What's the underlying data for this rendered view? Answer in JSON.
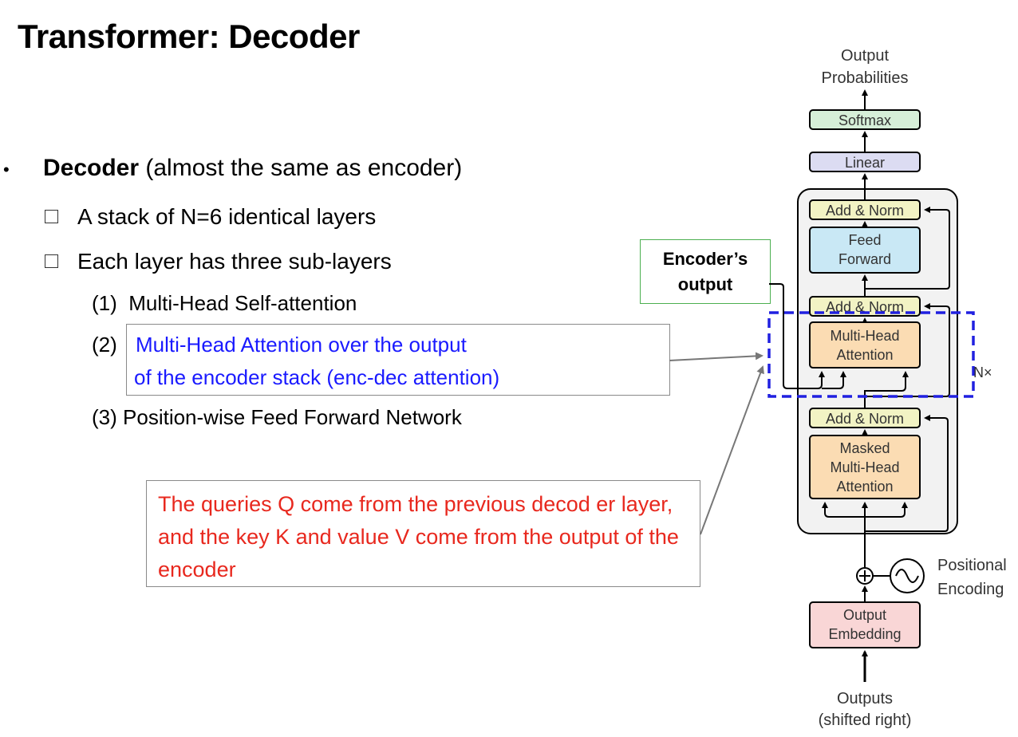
{
  "title": "Transformer: Decoder",
  "bullet": {
    "bold": "Decoder",
    "rest": " (almost the same as encoder)",
    "subitems": [
      "A stack of N=6 identical layers",
      "Each layer has three sub-layers"
    ],
    "items": [
      {
        "num": "(1)",
        "text": "Multi-Head Self-attention"
      },
      {
        "num": "(2)",
        "text_line1": "Multi-Head Attention over the output",
        "text_line2": "of the encoder stack (enc-dec attention)"
      },
      {
        "num": "(3)",
        "text": "Position-wise Feed Forward Network"
      }
    ]
  },
  "callout": {
    "encoder_output_line1": "Encoder’s",
    "encoder_output_line2": "output",
    "red_note": "The queries Q come from the previous decod er layer, and the key K and value V come from the output of the encoder"
  },
  "diagram": {
    "output_probabilities_1": "Output",
    "output_probabilities_2": "Probabilities",
    "softmax": "Softmax",
    "linear": "Linear",
    "add_norm": "Add & Norm",
    "feed_forward_1": "Feed",
    "feed_forward_2": "Forward",
    "mha_1": "Multi-Head",
    "mha_2": "Attention",
    "masked_1": "Masked",
    "masked_2": "Multi-Head",
    "masked_3": "Attention",
    "nx": "N×",
    "positional_1": "Positional",
    "positional_2": "Encoding",
    "embedding_1": "Output",
    "embedding_2": "Embedding",
    "outputs_1": "Outputs",
    "outputs_2": "(shifted right)"
  },
  "colors": {
    "blue_text": "#1a1aff",
    "red_text": "#e8281e",
    "softmax_fill": "#d6efd8",
    "linear_fill": "#dcdcf2",
    "addnorm_fill": "#f2f3c4",
    "ff_fill": "#c9e8f5",
    "attn_fill": "#fbdcb3",
    "embed_fill": "#f9d6d6",
    "dashed_box": "#2020e0"
  }
}
